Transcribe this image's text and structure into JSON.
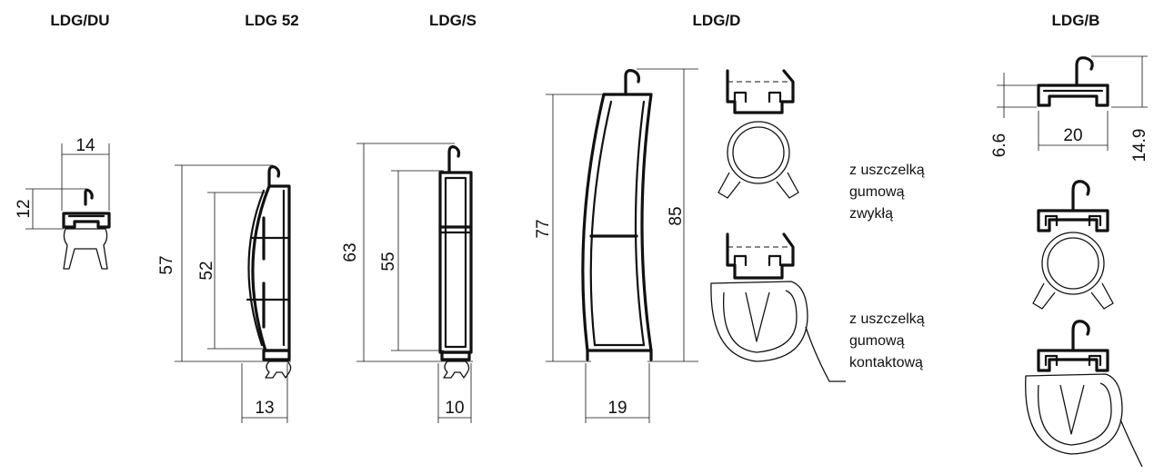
{
  "titles": {
    "ldg_du": "LDG/DU",
    "ldg_52": "LDG 52",
    "ldg_s": "LDG/S",
    "ldg_d": "LDG/D",
    "ldg_b": "LDG/B"
  },
  "dimensions": {
    "du_width": "14",
    "du_height": "12",
    "l52_outer": "57",
    "l52_inner": "52",
    "l52_width": "13",
    "s_outer": "63",
    "s_inner": "55",
    "s_width": "10",
    "d_left": "77",
    "d_right": "85",
    "d_width": "19",
    "b_left": "6.6",
    "b_width": "20",
    "b_right": "14.9"
  },
  "notes": {
    "seal_regular": [
      "z uszczelką",
      "gumową",
      "zwykłą"
    ],
    "seal_contact": [
      "z uszczelką",
      "gumową",
      "kontaktową"
    ]
  }
}
